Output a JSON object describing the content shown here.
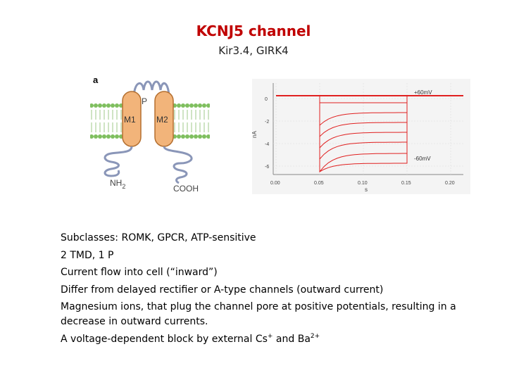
{
  "slide": {
    "title": "KCNJ5 channel",
    "subtitle": "Kir3.4, GIRK4"
  },
  "topology_figure": {
    "panel_label": "a",
    "pore_label": "P",
    "helix1_label": "M1",
    "helix2_label": "M2",
    "n_terminus_label": "NH",
    "n_terminus_sub": "2",
    "c_terminus_label": "COOH",
    "colors": {
      "helix": "#f2b47a",
      "helix_edge": "#b46f2f",
      "lipid_head": "#7fbf5f",
      "chain": "#8a96b8"
    }
  },
  "trace_figure": {
    "ylabel": "nA",
    "xlabel": "s",
    "yticks": [
      "0",
      "-2",
      "-4",
      "-6"
    ],
    "xticks": [
      "0.00",
      "0.05",
      "0.10",
      "0.15",
      "0.20"
    ],
    "annot_top": "+60mV",
    "annot_bottom": "-60mV",
    "trace_color": "#e02020"
  },
  "bullets": {
    "b1": "Subclasses: ROMK, GPCR, ATP-sensitive",
    "b2": "2 TMD, 1 P",
    "b3": "Current flow into cell (“inward”)",
    "b4": "Differ from delayed rectifier or A-type channels (outward current)",
    "b5": "Magnesium ions, that plug the channel pore at positive potentials, resulting in a decrease in outward currents.",
    "b6_prefix": "A voltage-dependent block by external Cs",
    "b6_sup1": "+",
    "b6_mid": " and Ba",
    "b6_sup2": "2+"
  }
}
